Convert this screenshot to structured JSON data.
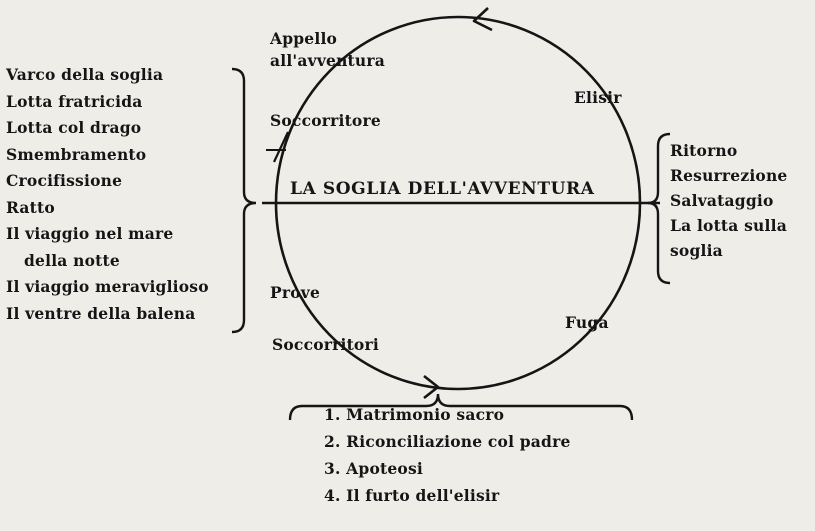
{
  "diagram": {
    "title": "LA SOGLIA DELL'AVVENTURA",
    "top_left": "Appello\nall'avventura",
    "helper_top": "Soccorritore",
    "elixir": "Elisir",
    "trials": "Prove",
    "helpers_bottom": "Soccorritori",
    "flight": "Fuga",
    "left_list": [
      "Varco della soglia",
      "Lotta fratricida",
      "Lotta col drago",
      "Smembramento",
      "Crocifissione",
      "Ratto",
      "Il viaggio nel mare",
      "della notte",
      "Il viaggio meraviglioso",
      "Il ventre della balena"
    ],
    "right_list": [
      "Ritorno",
      "Resurrezione",
      "Salvataggio",
      "La lotta sulla",
      "soglia"
    ],
    "bottom_list": [
      "1. Matrimonio sacro",
      "2. Riconciliazione col padre",
      "3. Apoteosi",
      "4. Il furto dell'elisir"
    ]
  }
}
